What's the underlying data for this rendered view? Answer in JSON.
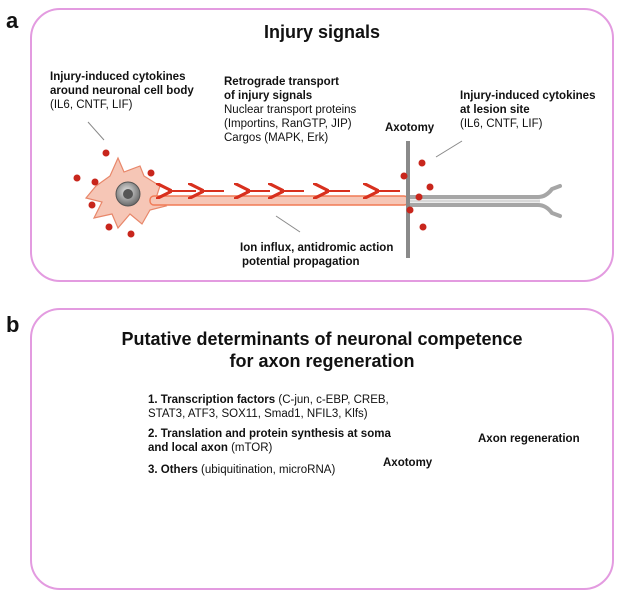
{
  "panel_a": {
    "letter": "a",
    "title": "Injury signals",
    "cytokines_body": {
      "title_line1": "Injury-induced cytokines",
      "title_line2": "around neuronal cell body",
      "detail": "(IL6, CNTF, LIF)"
    },
    "retrograde": {
      "title_line1": "Retrograde transport",
      "title_line2": "of injury signals",
      "line1": "Nuclear transport proteins",
      "line2": "(Importins, RanGTP, JIP)",
      "line3": "Cargos (MAPK, Erk)"
    },
    "axotomy": "Axotomy",
    "cytokines_lesion": {
      "title_line1": "Injury-induced cytokines",
      "title_line2": "at lesion site",
      "detail": "(IL6, CNTF, LIF)"
    },
    "ion_influx": {
      "line1": "Ion influx, antidromic action",
      "line2": "potential propagation"
    }
  },
  "panel_b": {
    "letter": "b",
    "title_line1": "Putative determinants of neuronal competence",
    "title_line2": "for axon regeneration",
    "item1": {
      "bold": "1. Transcription factors",
      "rest": " (C-jun, c-EBP, CREB,",
      "line2": "STAT3, ATF3, SOX11, Smad1, NFIL3, Klfs)"
    },
    "item2": {
      "line1": "2. Translation and protein synthesis at soma",
      "line2_bold": "and local axon",
      "line2_rest": " (mTOR)"
    },
    "item3": {
      "bold": "3. Others",
      "rest": " (ubiquitination, microRNA)"
    },
    "axotomy": "Axotomy",
    "axon_regeneration": "Axon regeneration"
  },
  "colors": {
    "panel_border": "#e39be0",
    "soma_fill": "#f6c6b6",
    "axon": "#f07a55",
    "arrow": "#d8301e",
    "cytokine_dot": "#c8261c",
    "regrowth": "#3cd83c",
    "distal_axon": "#a6a6a6",
    "lesion_bar": "#8a8a8a"
  }
}
